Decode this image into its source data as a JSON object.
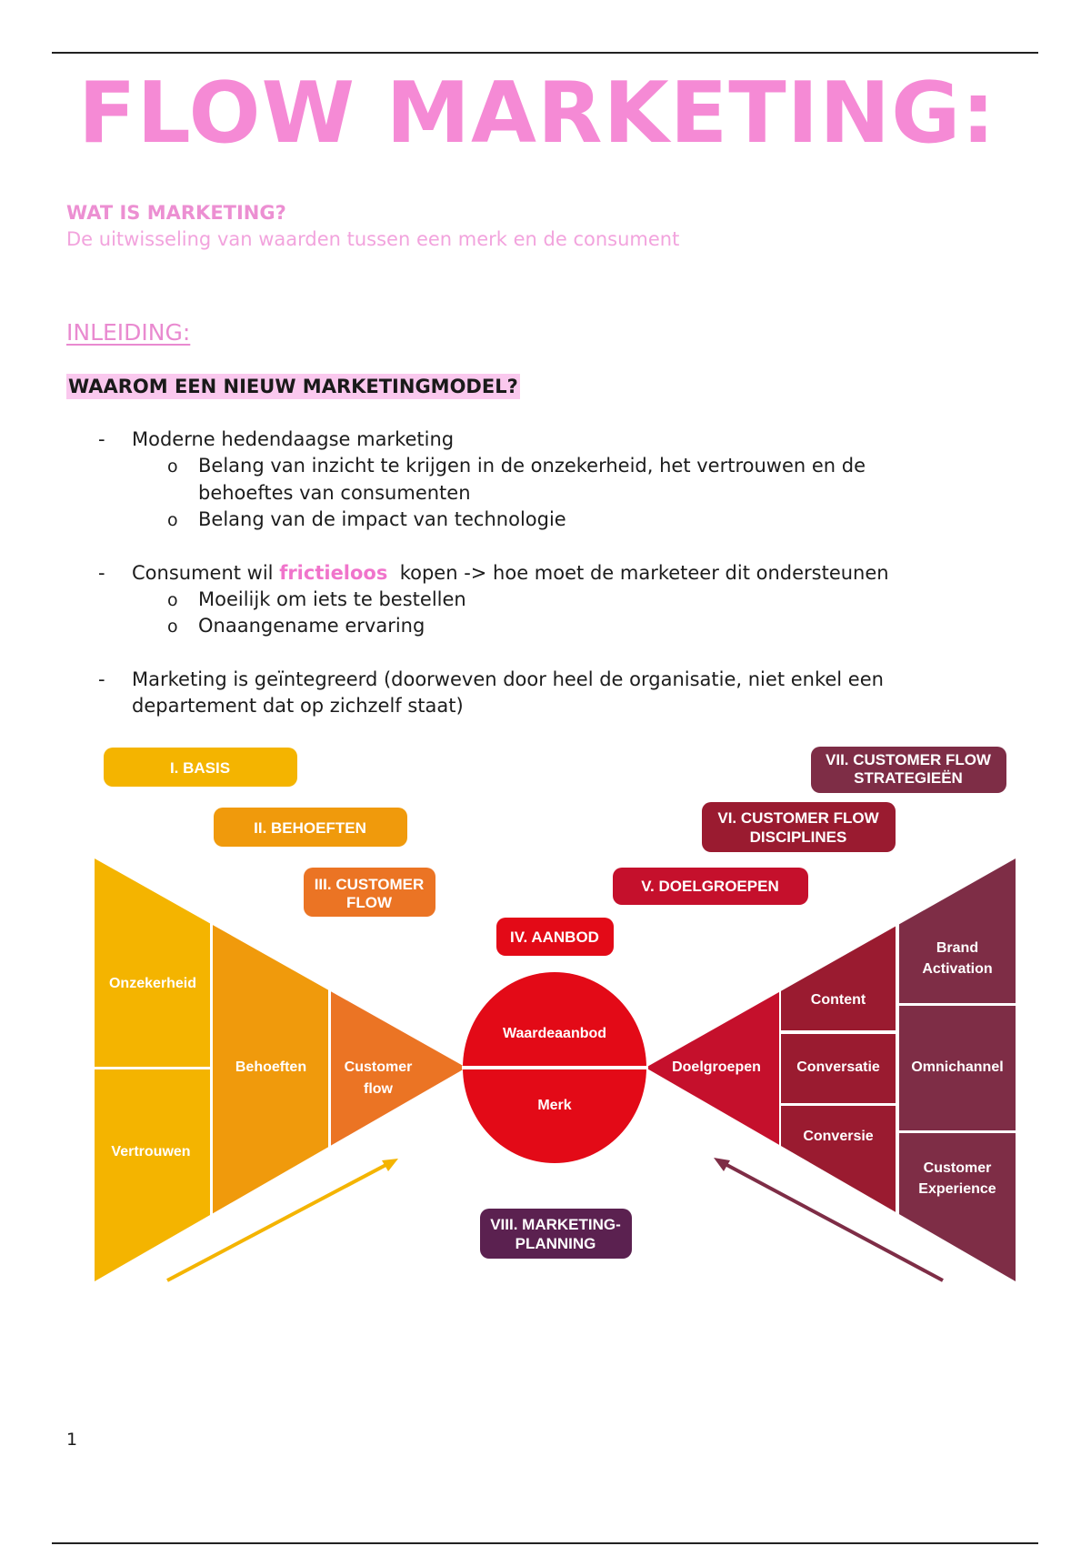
{
  "title": "FLOW MARKETING:",
  "definition": {
    "heading": "WAT IS MARKETING?",
    "text": "De uitwisseling van waarden tussen een merk en de consument"
  },
  "section": "INLEIDING:",
  "subsection": "WAAROM EEN NIEUW MARKETINGMODEL?",
  "bullets": [
    {
      "dash": "-",
      "text": "Moderne hedendaagse marketing",
      "sub": [
        {
          "marker": "o",
          "line1": "Belang van inzicht te krijgen in de onzekerheid, het vertrouwen en de",
          "line2": "behoeftes van consumenten"
        },
        {
          "marker": "o",
          "line1": "Belang van de impact van technologie"
        }
      ]
    },
    {
      "dash": "-",
      "text_before": "Consument wil ",
      "highlight": "frictieloos",
      "text_after": "  kopen -> hoe moet de marketeer dit ondersteunen",
      "sub": [
        {
          "marker": "o",
          "line1": "Moeilijk om iets te bestellen"
        },
        {
          "marker": "o",
          "line1": "Onaangename ervaring"
        }
      ]
    },
    {
      "dash": "-",
      "line1": "Marketing is geïntegreerd (doorweven door heel de organisatie, niet enkel een",
      "line2": "departement dat op zichzelf staat)"
    }
  ],
  "diagram": {
    "stages": {
      "basis": "I. BASIS",
      "behoeften": "II. BEHOEFTEN",
      "customer_flow_1": "III. CUSTOMER",
      "customer_flow_2": "FLOW",
      "aanbod": "IV. AANBOD",
      "doelgroepen": "V. DOELGROEPEN",
      "disciplines_1": "VI. CUSTOMER FLOW",
      "disciplines_2": "DISCIPLINES",
      "strategieen_1": "VII. CUSTOMER FLOW",
      "strategieen_2": "STRATEGIEËN",
      "planning_1": "VIII. MARKETING-",
      "planning_2": "PLANNING"
    },
    "left": {
      "onzekerheid": "Onzekerheid",
      "vertrouwen": "Vertrouwen",
      "behoeften": "Behoeften",
      "customer": "Customer",
      "flow": "flow"
    },
    "center": {
      "top": "Waardeaanbod",
      "bottom": "Merk"
    },
    "right": {
      "doelgroepen": "Doelgroepen",
      "content": "Content",
      "conversatie": "Conversatie",
      "conversie": "Conversie",
      "brand": "Brand",
      "activation": "Activation",
      "omnichannel": "Omnichannel",
      "customer": "Customer",
      "experience": "Experience"
    },
    "colors": {
      "yellow": "#f4b400",
      "orange": "#f09a0c",
      "darkorange": "#eb7424",
      "red": "#e30a17",
      "crimson": "#c5102c",
      "darkred": "#9a1b30",
      "plum": "#7e2d46",
      "purple": "#5b2150"
    }
  },
  "page_number": "1"
}
